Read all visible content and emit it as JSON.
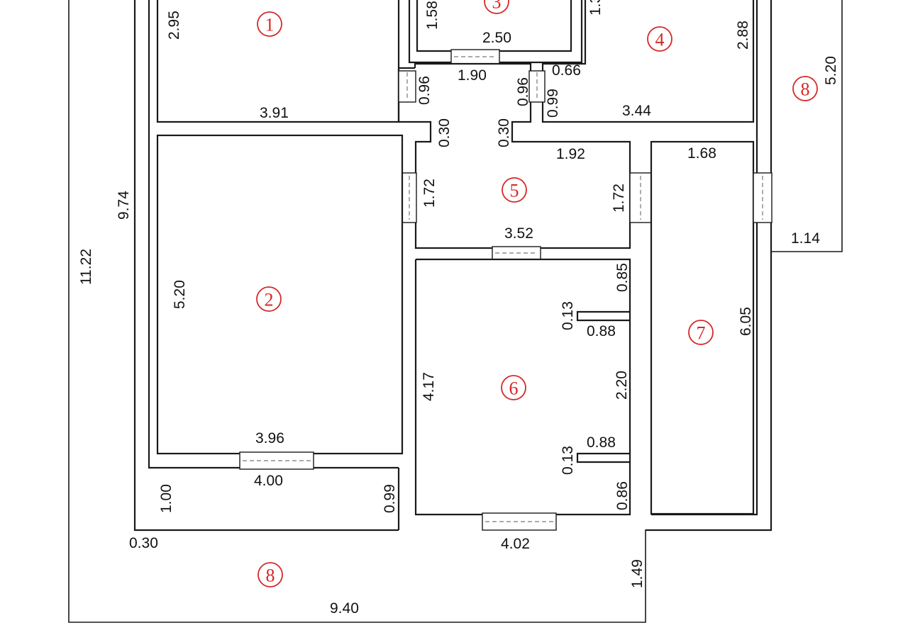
{
  "rooms": {
    "r1": "1",
    "r2": "2",
    "r3": "3",
    "r4": "4",
    "r5": "5",
    "r6": "6",
    "r7": "7",
    "r8a": "8",
    "r8b": "8"
  },
  "dimensions": {
    "d_11_22": "11.22",
    "d_9_74": "9.74",
    "d_2_95": "2.95",
    "d_1_58": "1.58",
    "d_2_50": "2.50",
    "d_1_90": "1.90",
    "d_0_96_left": "0.96",
    "d_0_96_right": "0.96",
    "d_0_66": "0.66",
    "d_0_99_top": "0.99",
    "d_1_3": "1.3",
    "d_2_88": "2.88",
    "d_3_91": "3.91",
    "d_3_44": "3.44",
    "d_5_20_right": "5.20",
    "d_0_30_left": "0.30",
    "d_0_30_right": "0.30",
    "d_1_92": "1.92",
    "d_1_68": "1.68",
    "d_1_72_left": "1.72",
    "d_1_72_right": "1.72",
    "d_1_14": "1.14",
    "d_3_52": "3.52",
    "d_5_20_left": "5.20",
    "d_0_85": "0.85",
    "d_0_13_top": "0.13",
    "d_0_88_top": "0.88",
    "d_2_20": "2.20",
    "d_4_17": "4.17",
    "d_6_05": "6.05",
    "d_0_13_bottom": "0.13",
    "d_0_88_bottom": "0.88",
    "d_0_86": "0.86",
    "d_3_96": "3.96",
    "d_4_00": "4.00",
    "d_1_00": "1.00",
    "d_0_99_bottom": "0.99",
    "d_4_02": "4.02",
    "d_0_30_bottom": "0.30",
    "d_1_49": "1.49",
    "d_9_40": "9.40"
  }
}
